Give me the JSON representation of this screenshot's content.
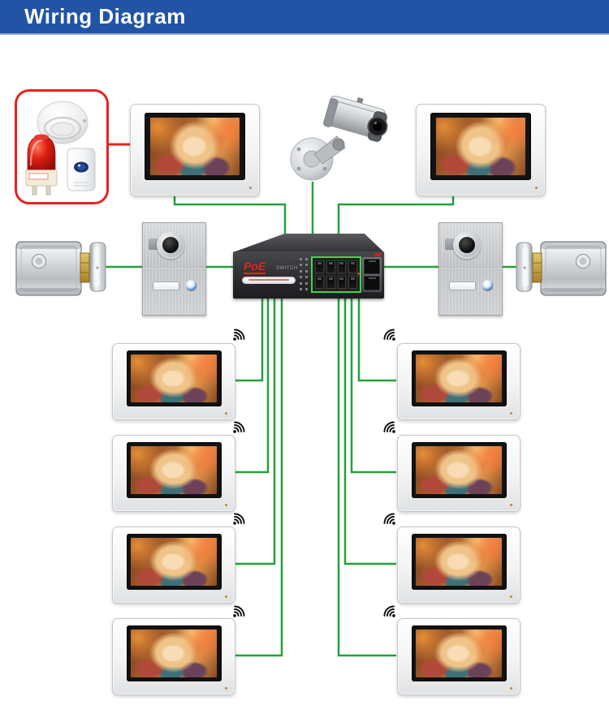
{
  "header": {
    "title": "Wiring Diagram"
  },
  "colors": {
    "header_bg": "#2253a4",
    "wire_data_green": "#24a23a",
    "wire_alarm_red": "#e7221e",
    "alarm_box_border": "#e6231f",
    "port_group_highlight": "#45d055",
    "switch_brand_red": "#e52520",
    "call_button_blue": "#2a6fc2"
  },
  "poe_switch": {
    "brand": "PoE",
    "label": "SWITCH",
    "poe_ports": 8,
    "uplink_ports": 2
  },
  "devices": {
    "alarm_kit": [
      "smoke-detector",
      "alarm-beacon",
      "pir-motion-sensor"
    ],
    "camera": "bullet-ip-camera",
    "door_stations": 2,
    "electric_locks": 2,
    "indoor_monitors_wired": 2,
    "indoor_monitors_wifi": 8
  }
}
